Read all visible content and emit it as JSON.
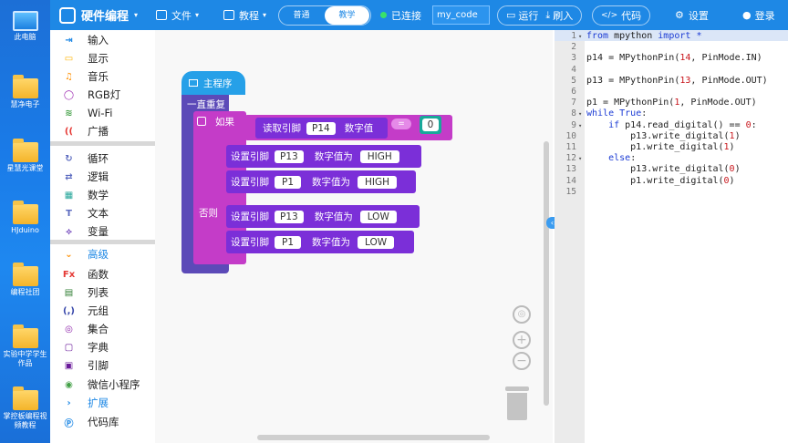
{
  "desktop": {
    "icons": [
      "此电脑",
      "慧净电子",
      "星慧光课堂",
      "HJduino",
      "编程社团",
      "实验中学学生作品",
      "掌控板编程视频教程"
    ]
  },
  "app": {
    "title": "硬件编程",
    "menu_file": "文件",
    "menu_tutorial": "教程",
    "mode_normal": "普通",
    "mode_teach": "教学",
    "connection_status": "已连接",
    "project_name": "my_code",
    "run": "运行",
    "flash": "刷入",
    "code": "代码",
    "settings": "设置",
    "login": "登录"
  },
  "categories": [
    {
      "label": "输入",
      "color": "#1e88e5"
    },
    {
      "label": "显示",
      "color": "#ffb300"
    },
    {
      "label": "音乐",
      "color": "#ff8f00"
    },
    {
      "label": "RGB灯",
      "color": "#9c27b0"
    },
    {
      "label": "Wi-Fi",
      "color": "#43a047"
    },
    {
      "label": "广播",
      "color": "#e53935"
    },
    {
      "label": "循环",
      "color": "#5c6bc0"
    },
    {
      "label": "逻辑",
      "color": "#5c6bc0"
    },
    {
      "label": "数学",
      "color": "#26a69a"
    },
    {
      "label": "文本",
      "color": "#5c6bc0"
    },
    {
      "label": "变量",
      "color": "#7e57c2"
    },
    {
      "label": "高级",
      "color": "#ff8f00"
    },
    {
      "label": "函数",
      "color": "#e53935"
    },
    {
      "label": "列表",
      "color": "#2e7d32"
    },
    {
      "label": "元组",
      "color": "#3949ab"
    },
    {
      "label": "集合",
      "color": "#8e24aa"
    },
    {
      "label": "字典",
      "color": "#6a1b9a"
    },
    {
      "label": "引脚",
      "color": "#6a1b9a"
    },
    {
      "label": "微信小程序",
      "color": "#43a047"
    },
    {
      "label": "扩展",
      "color": "#1e88e5"
    },
    {
      "label": "代码库",
      "color": "#1e88e5"
    }
  ],
  "colors": {
    "toolbar": "#1e88e5",
    "hat": "#26a0e8",
    "loop": "#5c4ab8",
    "logic": "#c43cc8",
    "pin": "#7b2fd8",
    "compare": "#c43cc8",
    "number": "#19a89a"
  },
  "blocks": {
    "main": "主程序",
    "forever": "一直重复",
    "if": "如果",
    "else": "否则",
    "read_pin": "读取引脚",
    "read_pin_value": "P14",
    "digital_value": "数字值",
    "compare_op": "=",
    "compare_value": "0",
    "set_rows": [
      {
        "label": "设置引脚",
        "pin": "P13",
        "mid": "数字值为",
        "val": "HIGH"
      },
      {
        "label": "设置引脚",
        "pin": "P1",
        "mid": "数字值为",
        "val": "HIGH"
      },
      {
        "label": "设置引脚",
        "pin": "P13",
        "mid": "数字值为",
        "val": "LOW"
      },
      {
        "label": "设置引脚",
        "pin": "P1",
        "mid": "数字值为",
        "val": "LOW"
      }
    ]
  },
  "code_lines": [
    "from mpython import *",
    "",
    "p14 = MPythonPin(14, PinMode.IN)",
    "",
    "p13 = MPythonPin(13, PinMode.OUT)",
    "",
    "p1 = MPythonPin(1, PinMode.OUT)",
    "while True:",
    "    if p14.read_digital() == 0:",
    "        p13.write_digital(1)",
    "        p1.write_digital(1)",
    "    else:",
    "        p13.write_digital(0)",
    "        p1.write_digital(0)",
    ""
  ]
}
